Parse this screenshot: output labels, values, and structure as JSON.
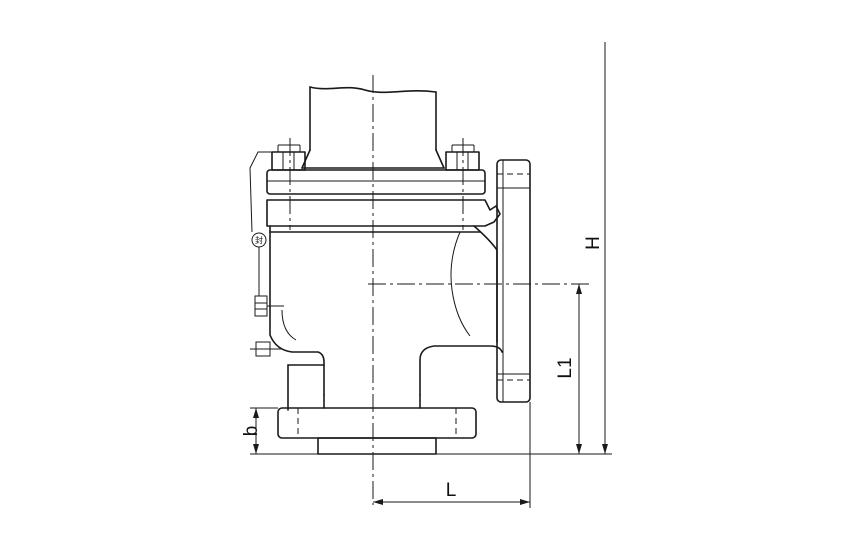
{
  "labels": {
    "H": "H",
    "L1": "L1",
    "L": "L",
    "b": "b",
    "seal": "封"
  }
}
